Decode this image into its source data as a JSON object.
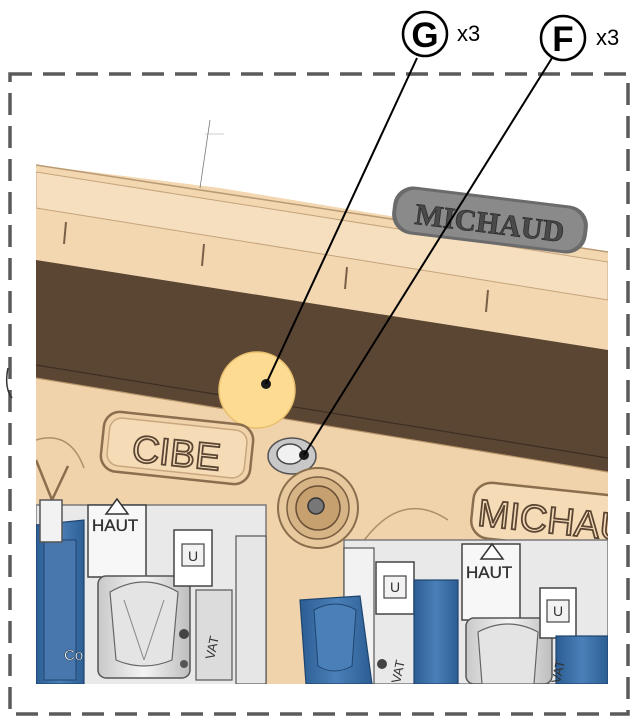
{
  "callouts": [
    {
      "letter": "G",
      "qty": "x3"
    },
    {
      "letter": "F",
      "qty": "x3"
    }
  ],
  "labels": {
    "brand_top": "MICHAUD",
    "brand_right": "MICHAU",
    "cibe": "CIBE",
    "haut": "HAUT",
    "vat": "VAT",
    "switch_u": "U",
    "partial_code": "Co"
  },
  "colors": {
    "panel": "#f2d7b0",
    "band": "#5b4634",
    "disc": "#fddb93",
    "frame_dash": "#5a5a5a",
    "connector_blue": "#3d6fa3"
  },
  "icons": [
    "up-arrow-icon",
    "washer-nut-icon",
    "screw-boss-icon"
  ]
}
